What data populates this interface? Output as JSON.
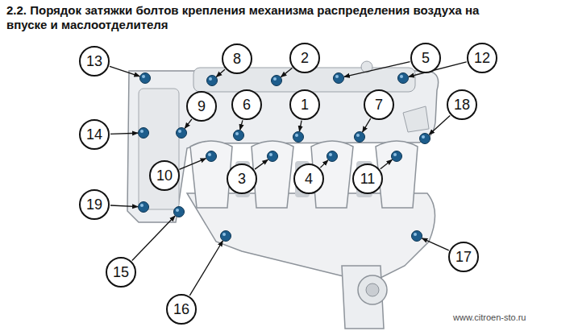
{
  "diagram": {
    "title": "2.2. Порядок затяжки болтов крепления механизма распределения воздуха на впуске и маслоотделителя",
    "labels": [
      "13",
      "8",
      "2",
      "5",
      "12",
      "9",
      "6",
      "1",
      "7",
      "18",
      "14",
      "10",
      "3",
      "4",
      "11",
      "19",
      "15",
      "16",
      "17",
      "www.citroen-sto.ru"
    ]
  }
}
